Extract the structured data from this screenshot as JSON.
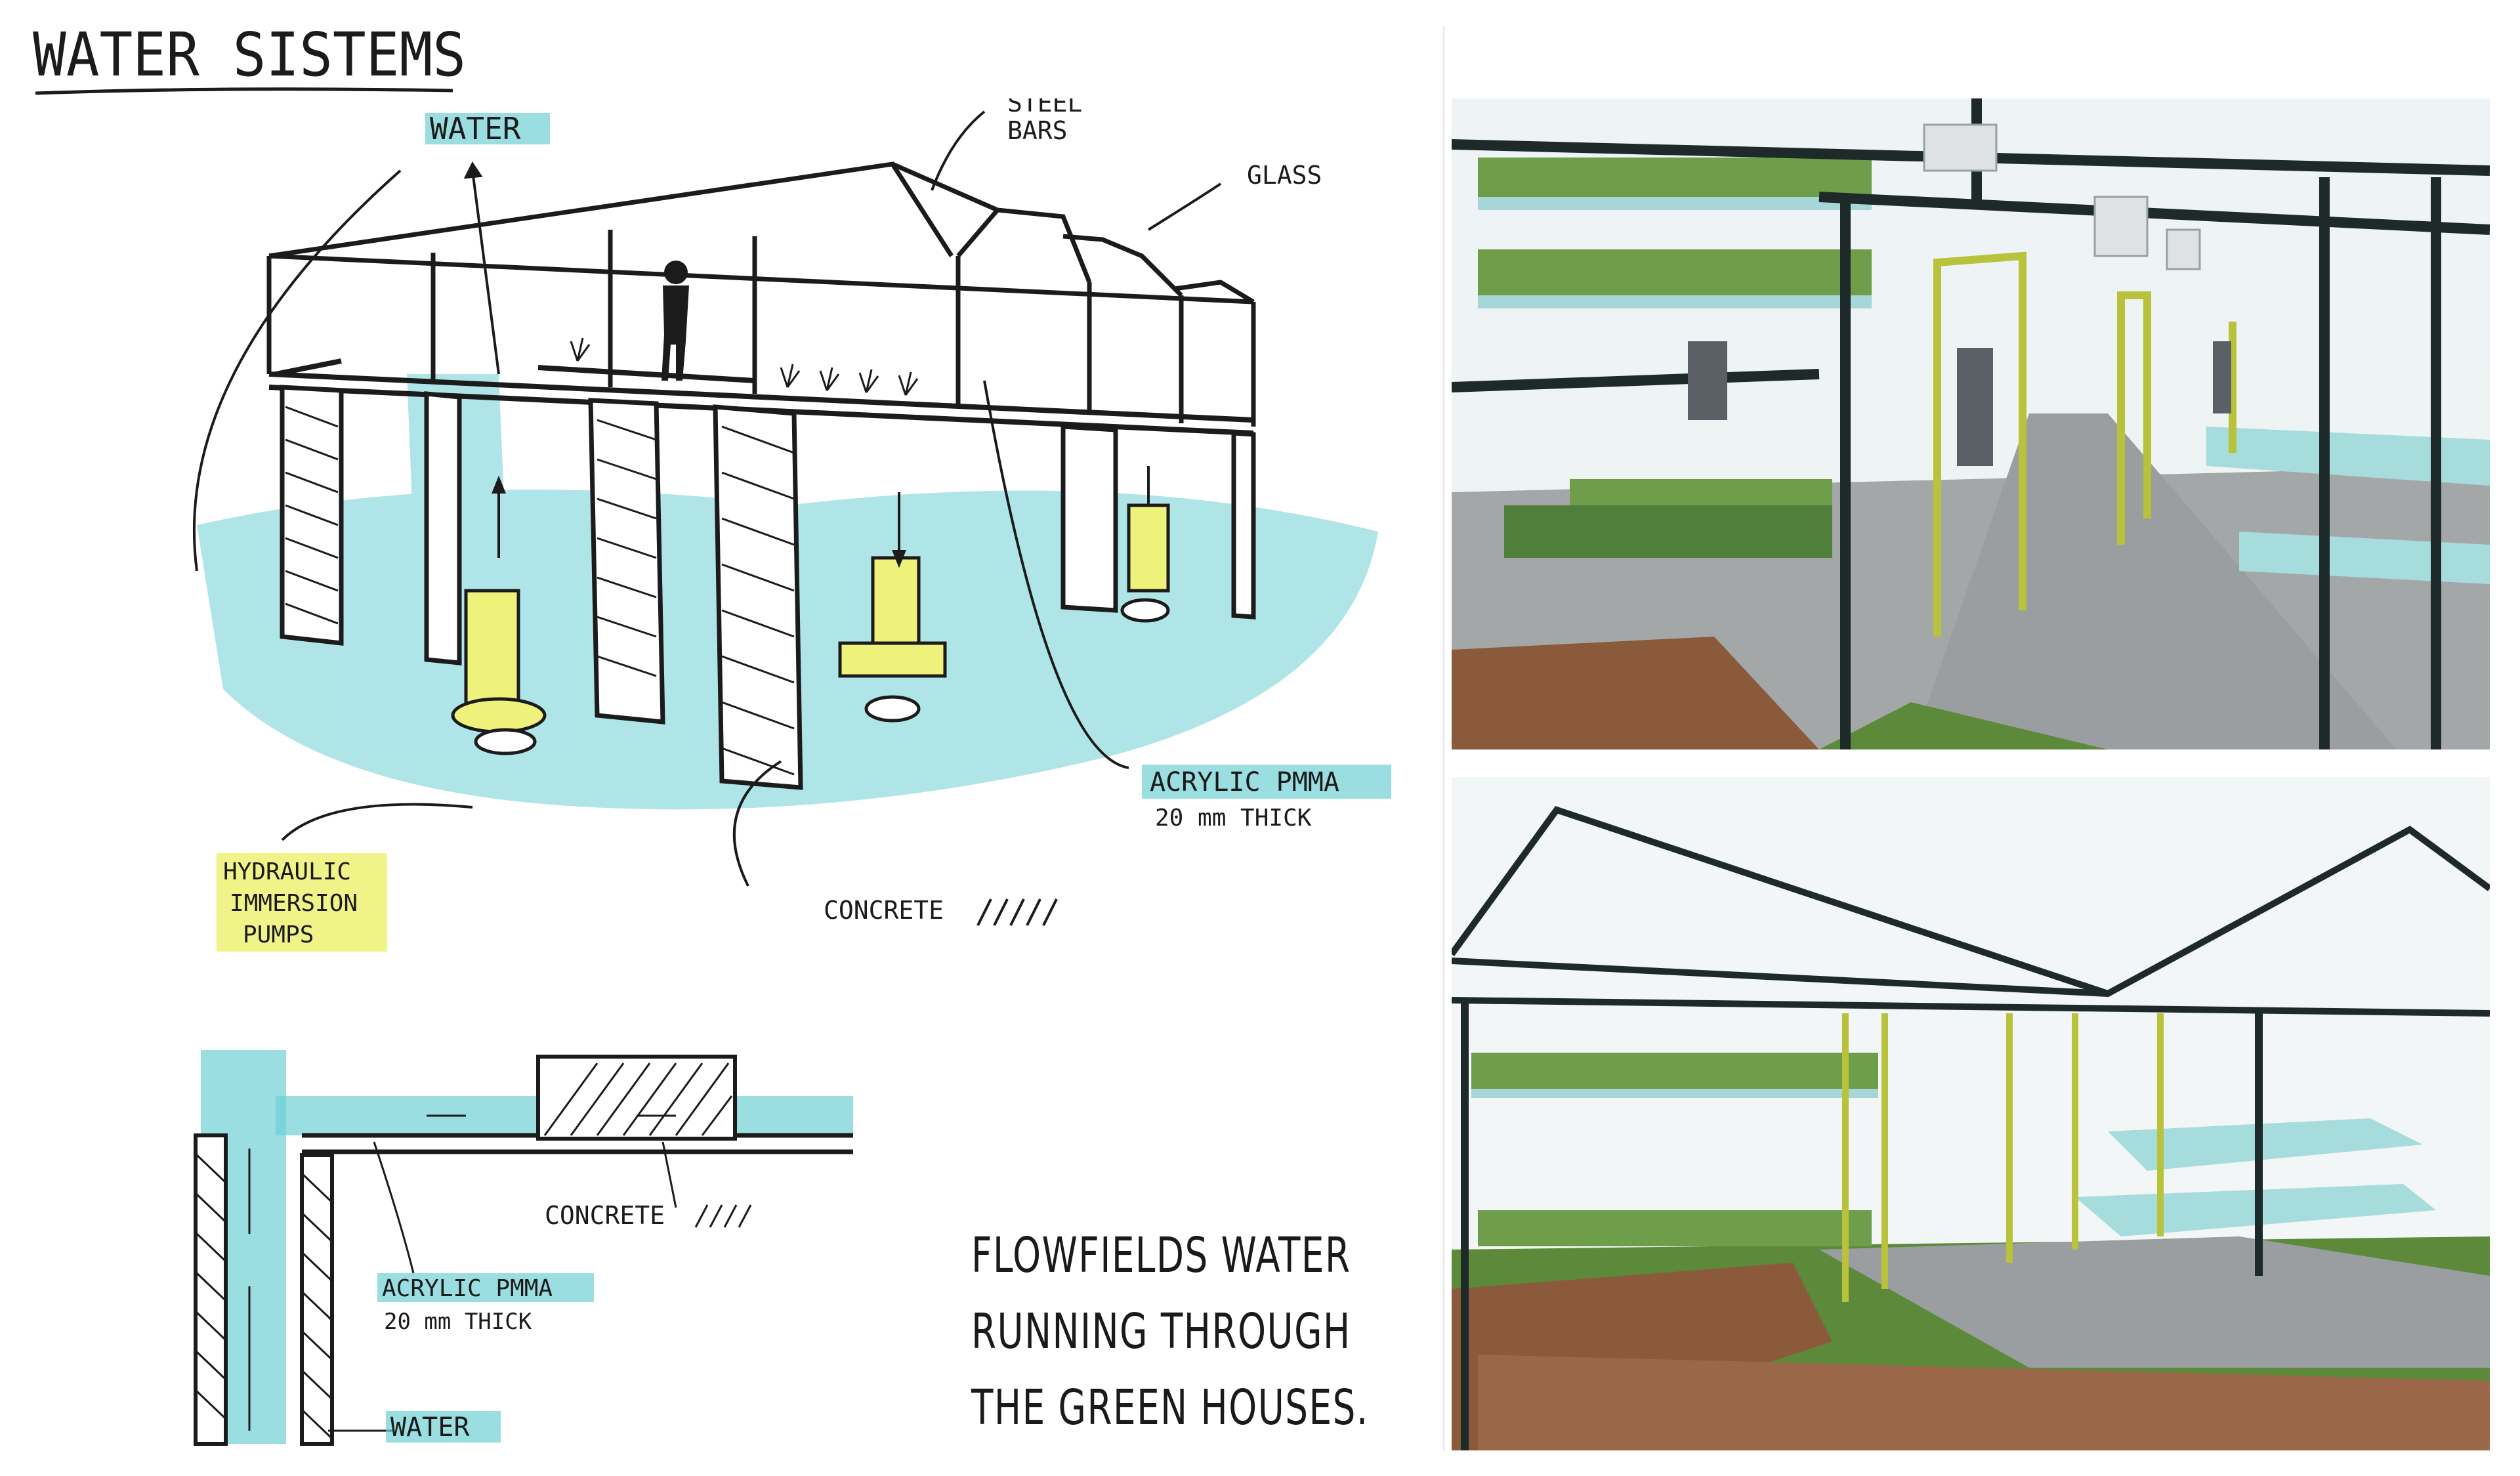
{
  "title": "WATER SISTEMS",
  "sketch_labels": {
    "water_top": "WATER",
    "steel_bars_1": "STEEL",
    "steel_bars_2": "BARS",
    "glass": "GLASS",
    "acrylic_top": "ACRYLIC PMMA",
    "acrylic_top_thick": "20 mm THICK",
    "hydraulic_1": "HYDRAULIC",
    "hydraulic_2": "IMMERSION",
    "hydraulic_3": "PUMPS",
    "concrete_top": "CONCRETE",
    "concrete_section": "CONCRETE",
    "acrylic_section": "ACRYLIC PMMA",
    "acrylic_section_thick": "20 mm THICK",
    "water_section": "WATER"
  },
  "caption": {
    "line1": "FLOWFIELDS WATER",
    "line2": "RUNNING THROUGH",
    "line3": "THE GREEN HOUSES."
  },
  "colors": {
    "water": "#6fd0d6",
    "pump": "#eef27a",
    "ink": "#1b1b1b",
    "grass": "#5d8a3a",
    "wood": "#8a5a3a",
    "floor": "#9a9ea0",
    "frame": "#1e2a2a",
    "door": "#b8c23a"
  }
}
